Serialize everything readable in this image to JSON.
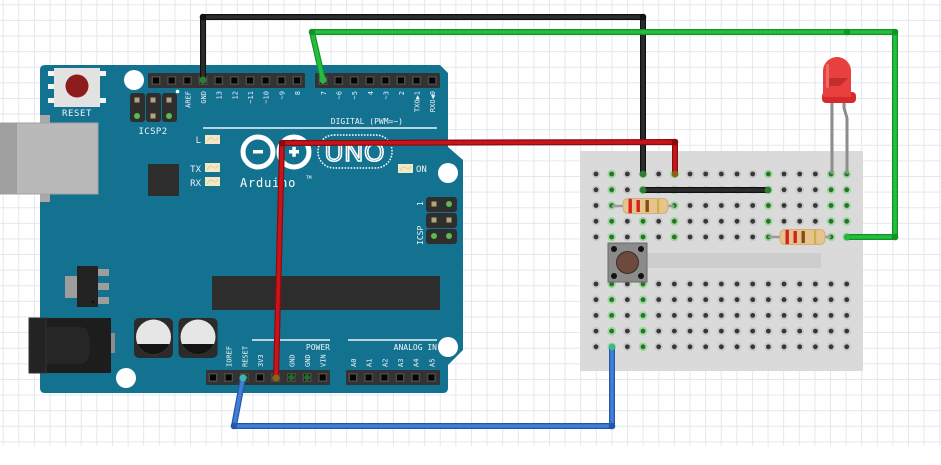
{
  "canvas": {
    "background": "#ffffff",
    "grid_color": "#e3e7ee"
  },
  "arduino": {
    "board_color": "#13728f",
    "reset_button_label": "RESET",
    "icsp2_label": "ICSP2",
    "icsp_label": "ICSP",
    "icsp_pin1_label": "1",
    "leds": {
      "l": "L",
      "tx": "TX",
      "rx": "RX",
      "on": "ON"
    },
    "logo": {
      "brand": "Arduino",
      "trademark": "TM",
      "model": "UNO"
    },
    "digital_label": "DIGITAL (PWM=~)",
    "power_label": "POWER",
    "analog_label": "ANALOG IN",
    "headers": {
      "digital_low": [
        "",
        "",
        "AREF",
        "GND",
        "13",
        "12",
        "~11",
        "~10",
        "~9",
        "8"
      ],
      "digital_high": [
        "7",
        "~6",
        "~5",
        "4",
        "~3",
        "2",
        "TXO▶1",
        "RXO◀0"
      ],
      "power": [
        "",
        "IOREF",
        "RESET",
        "3V3",
        "",
        "GND",
        "GND",
        "VIN"
      ],
      "analog": [
        "A0",
        "A1",
        "A2",
        "A3",
        "A4",
        "A5"
      ]
    },
    "connected_pins": {
      "digital_low": [
        3
      ],
      "digital_high": [
        0
      ],
      "power": [
        2,
        4,
        5,
        6
      ],
      "analog": []
    }
  },
  "breadboard": {
    "columns": 17,
    "rows_per_half": 5,
    "connected_columns_top": [
      2,
      4,
      6,
      12,
      16,
      17
    ],
    "connected_columns_bottom": [
      2,
      4
    ]
  },
  "components": {
    "resistors": [
      {
        "bands": [
          "#d42121",
          "#d42121",
          "#8a4a16",
          "#cdb04e"
        ]
      },
      {
        "bands": [
          "#d42121",
          "#d42121",
          "#8a4a16",
          "#cdb04e"
        ]
      }
    ],
    "led": {
      "color": "#e8403f"
    },
    "pushbutton": {
      "cap_color": "#6e4a3e"
    }
  },
  "wires": {
    "gnd": {
      "color": "#2d2d2d",
      "edge": "#111111"
    },
    "pin7": {
      "color": "#22c03c",
      "edge": "#15912a"
    },
    "power_5v": {
      "color": "#c8141a",
      "edge": "#860c10"
    },
    "reset": {
      "color": "#3f7fd8",
      "edge": "#2356a6"
    },
    "jumper": {
      "color": "#2d2d2d",
      "edge": "#111111"
    }
  }
}
